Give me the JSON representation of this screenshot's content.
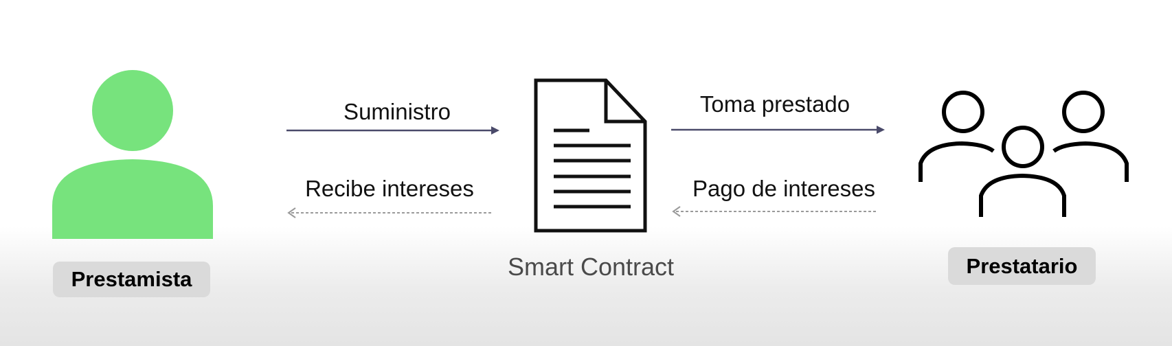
{
  "lender": {
    "label": "Prestamista",
    "icon": "person-icon",
    "color": "#77e37d"
  },
  "contract": {
    "label": "Smart Contract",
    "icon": "document-icon"
  },
  "borrower": {
    "label": "Prestatario",
    "icon": "people-icon"
  },
  "flows": {
    "supply": "Suministro",
    "receive_interest": "Recibe intereses",
    "borrow": "Toma prestado",
    "pay_interest": "Pago de intereses"
  },
  "colors": {
    "arrow_solid": "#4a4a6a",
    "arrow_dashed": "#9a9a9a"
  }
}
